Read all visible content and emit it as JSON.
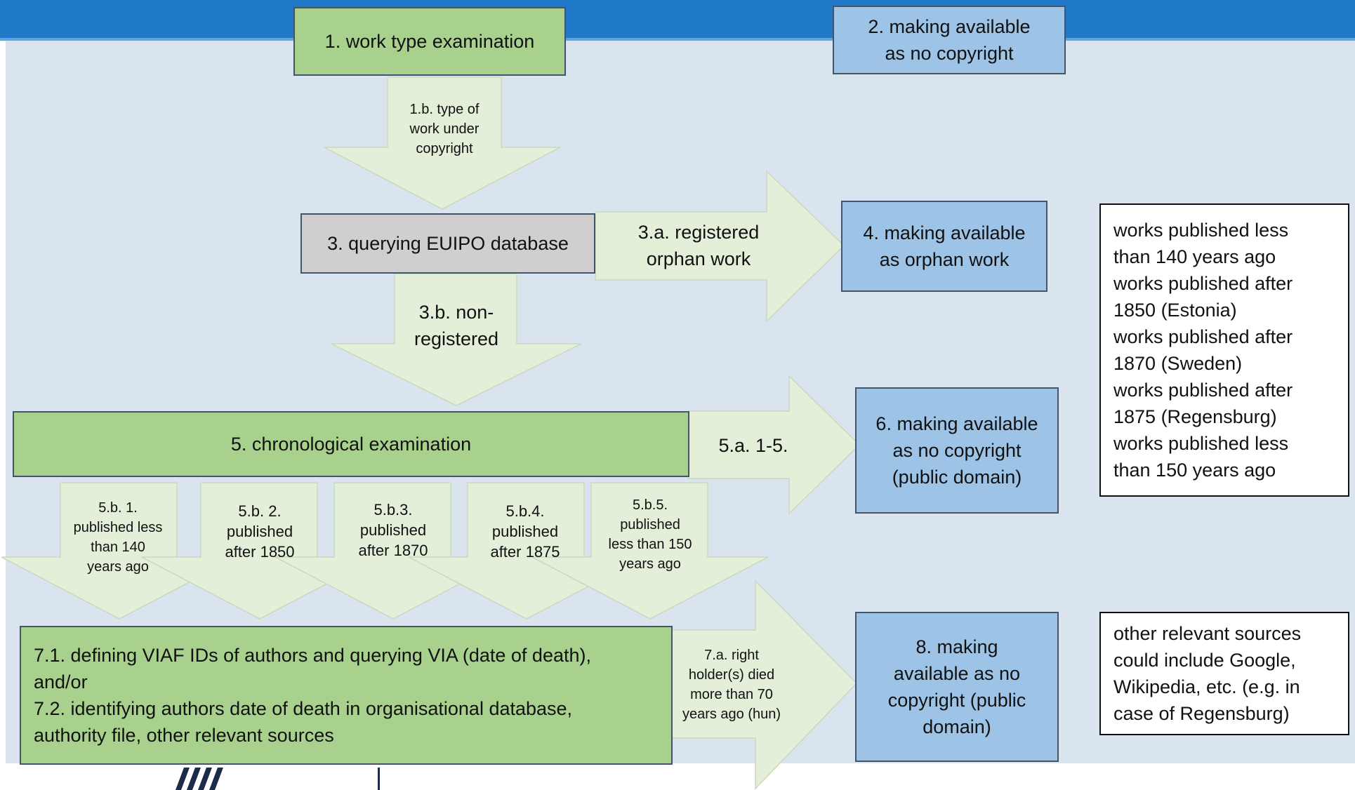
{
  "colors": {
    "header": "#1f78c8",
    "panel": "#dae4ef",
    "process_green": "#a9d18e",
    "database_grey": "#d0cece",
    "outcome_blue": "#9dc3e6",
    "arrow_fill": "#e3efd9"
  },
  "steps": {
    "s1": "1. work type examination",
    "s2": "2. making available\nas no copyright",
    "s3": "3. querying EUIPO database",
    "s4": "4. making available\nas orphan work",
    "s5": "5. chronological examination",
    "s6": "6. making available\nas no copyright\n(public domain)",
    "s7": "7.1. defining VIAF IDs of authors and querying VIA (date of death),\nand/or\n7.2. identifying authors date of death in organisational database,\nauthority file, other relevant sources",
    "s8": "8. making\navailable as no\ncopyright (public\ndomain)"
  },
  "arrows": {
    "a1b": "1.b. type of\nwork under\ncopyright",
    "a3a": "3.a. registered\norphan work",
    "a3b": "3.b. non-\nregistered",
    "a5a": "5.a. 1-5.",
    "a5b1": "5.b. 1.\npublished less\nthan 140\nyears ago",
    "a5b2": "5.b. 2.\npublished\nafter 1850",
    "a5b3": "5.b.3.\npublished\nafter 1870",
    "a5b4": "5.b.4.\npublished\nafter 1875",
    "a5b5": "5.b.5.\npublished\nless than 150\nyears ago",
    "a7a": "7.a. right\nholder(s) died\nmore than 70\nyears ago (hun)"
  },
  "notes": {
    "n1": "works published less\nthan 140 years ago\nworks published after\n1850 (Estonia)\nworks published after\n1870 (Sweden)\nworks published after\n1875 (Regensburg)\nworks published less\nthan 150 years ago",
    "n2": "other relevant sources\ncould include Google,\nWikipedia, etc. (e.g. in\ncase of Regensburg)"
  }
}
